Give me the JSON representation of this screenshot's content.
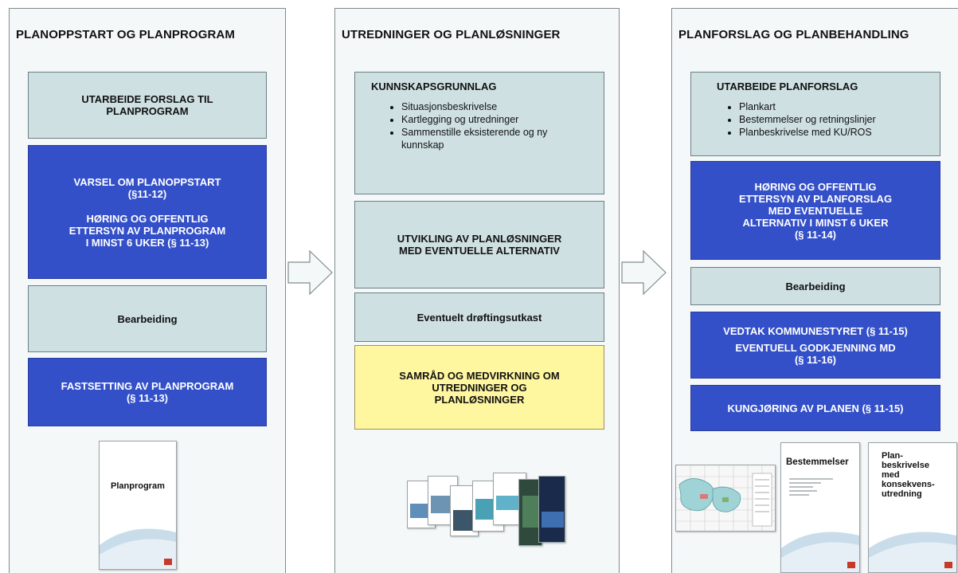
{
  "columns": [
    {
      "title": "PLANOPPSTART OG PLANPROGRAM",
      "boxes": [
        {
          "lines": [
            "UTARBEIDE FORSLAG TIL",
            "PLANPROGRAM"
          ]
        },
        {
          "lines": [
            "VARSEL OM PLANOPPSTART",
            "(§11-12)"
          ],
          "lines2": [
            "HØRING OG OFFENTLIG",
            "ETTERSYN AV PLANPROGRAM",
            "I MINST 6 UKER (§ 11-13)"
          ]
        },
        {
          "lines": [
            "Bearbeiding"
          ]
        },
        {
          "lines": [
            "FASTSETTING AV PLANPROGRAM",
            "(§ 11-13)"
          ]
        }
      ],
      "document": "Planprogram"
    },
    {
      "title": "UTREDNINGER OG PLANLØSNINGER",
      "boxes": [
        {
          "heading": "KUNNSKAPSGRUNNLAG",
          "bullets": [
            "Situasjonsbeskrivelse",
            "Kartlegging og utredninger",
            "Sammenstille eksisterende og ny kunnskap"
          ]
        },
        {
          "lines": [
            "UTVIKLING AV PLANLØSNINGER",
            "MED EVENTUELLE ALTERNATIV"
          ]
        },
        {
          "lines": [
            "Eventuelt drøftingsutkast"
          ]
        },
        {
          "lines": [
            "SAMRÅD OG MEDVIRKNING OM",
            "UTREDNINGER OG",
            "PLANLØSNINGER"
          ]
        }
      ]
    },
    {
      "title": "PLANFORSLAG OG PLANBEHANDLING",
      "boxes": [
        {
          "heading": "UTARBEIDE PLANFORSLAG",
          "bullets": [
            "Plankart",
            "Bestemmelser og retningslinjer",
            "Planbeskrivelse med KU/ROS"
          ]
        },
        {
          "lines": [
            "HØRING OG OFFENTLIG",
            "ETTERSYN AV PLANFORSLAG",
            "MED EVENTUELLE",
            "ALTERNATIV I MINST 6 UKER",
            "(§ 11-14)"
          ]
        },
        {
          "lines": [
            "Bearbeiding"
          ]
        },
        {
          "lines": [
            "VEDTAK KOMMUNESTYRET (§ 11-15)"
          ],
          "lines2": [
            "EVENTUELL GODKJENNING MD",
            "(§ 11-16)"
          ]
        },
        {
          "lines": [
            "KUNGJØRING AV PLANEN (§ 11-15)"
          ]
        }
      ],
      "documents": [
        "Bestemmelser",
        "Plan-",
        "beskrivelse",
        "med",
        "konsekvens-",
        "utredning"
      ]
    }
  ],
  "colors": {
    "teal": "#cfe0e3",
    "blue": "#3450c9",
    "yellow": "#fff6a0",
    "column_bg": "#f5f8f9"
  },
  "icons": [
    "arrow-right-icon",
    "document-icon",
    "map-icon"
  ]
}
